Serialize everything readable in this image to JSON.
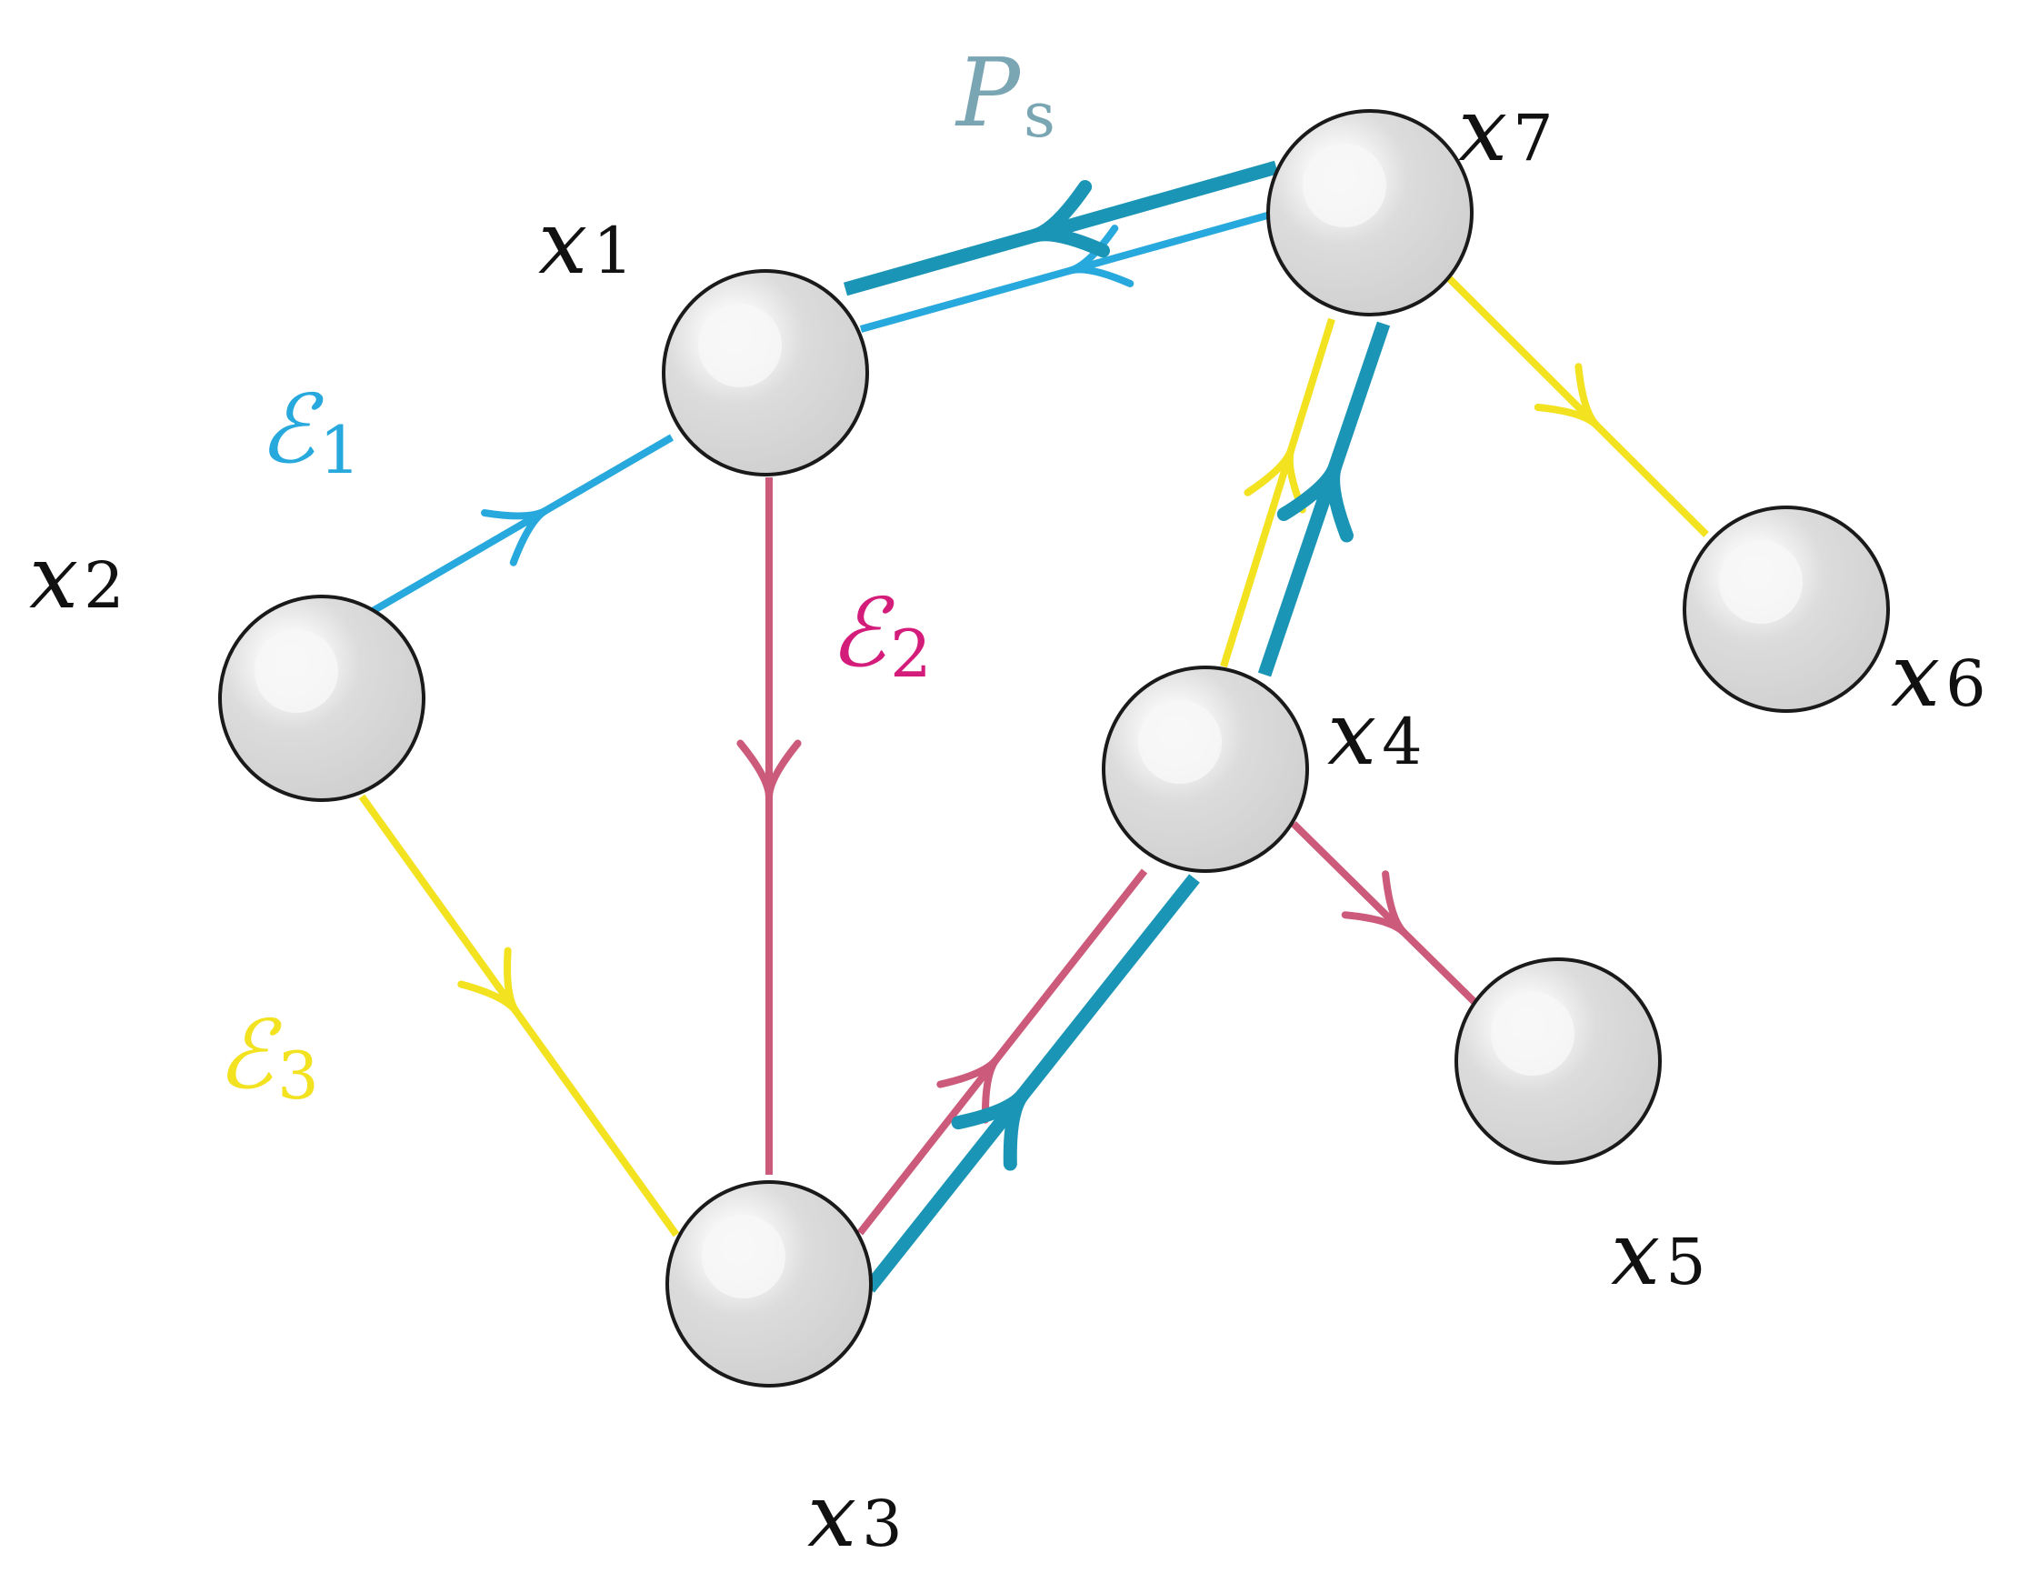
{
  "colors": {
    "teal": "#1a95b5",
    "cyan": "#27a9dd",
    "magenta": "#cc5a7a",
    "yellow": "#f2e21f",
    "node_fill": "#d7d7d7",
    "node_highlight": "#f7f7f7",
    "node_stroke": "#1a1a1a",
    "label_cyan": "#27a9dd",
    "label_magenta": "#d41c7a",
    "label_yellow": "#f2e21f",
    "label_teal": "#7aa6b4",
    "label_black": "#111111"
  },
  "nodes": [
    {
      "id": "x1",
      "base": "x",
      "sub": "1"
    },
    {
      "id": "x2",
      "base": "x",
      "sub": "2"
    },
    {
      "id": "x3",
      "base": "x",
      "sub": "3"
    },
    {
      "id": "x4",
      "base": "x",
      "sub": "4"
    },
    {
      "id": "x5",
      "base": "x",
      "sub": "5"
    },
    {
      "id": "x6",
      "base": "x",
      "sub": "6"
    },
    {
      "id": "x7",
      "base": "x",
      "sub": "7"
    }
  ],
  "edge_groups": [
    {
      "id": "E1",
      "base": "ℰ",
      "sub": "1",
      "color": "cyan"
    },
    {
      "id": "E2",
      "base": "ℰ",
      "sub": "2",
      "color": "magenta"
    },
    {
      "id": "E3",
      "base": "ℰ",
      "sub": "3",
      "color": "yellow"
    },
    {
      "id": "Ps",
      "base": "P",
      "sub": "s",
      "color": "teal"
    }
  ],
  "edges": [
    {
      "from": "x2",
      "to": "x1",
      "group": "E1"
    },
    {
      "from": "x7",
      "to": "x1",
      "group": "E1"
    },
    {
      "from": "x1",
      "to": "x3",
      "group": "E2"
    },
    {
      "from": "x3",
      "to": "x4",
      "group": "E2"
    },
    {
      "from": "x4",
      "to": "x5",
      "group": "E2"
    },
    {
      "from": "x2",
      "to": "x3",
      "group": "E3"
    },
    {
      "from": "x4",
      "to": "x7",
      "group": "E3"
    },
    {
      "from": "x7",
      "to": "x6",
      "group": "E3"
    },
    {
      "from": "x3",
      "to": "x4",
      "group": "Ps"
    },
    {
      "from": "x4",
      "to": "x7",
      "group": "Ps"
    },
    {
      "from": "x7",
      "to": "x1",
      "group": "Ps"
    }
  ]
}
